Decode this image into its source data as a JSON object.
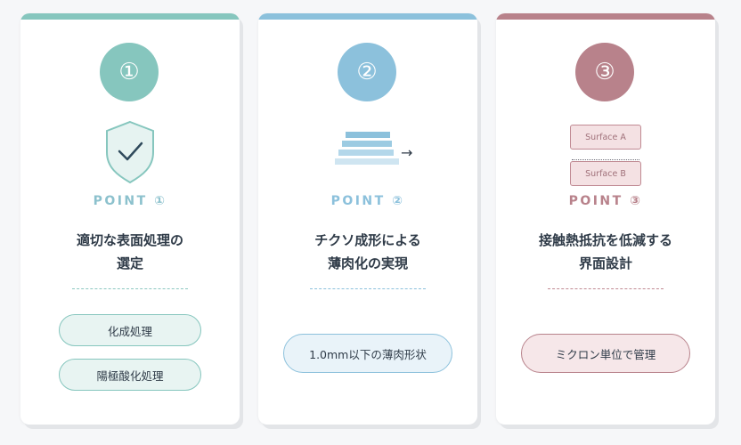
{
  "colors": {
    "teal": "#86c6be",
    "blue": "#8cc1dc",
    "rose": "#b8828b",
    "text": "#2f3b48"
  },
  "cards": [
    {
      "badge": "①",
      "icon": "shield-check-icon",
      "point_label": "POINT ①",
      "heading_lines": [
        "適切な表面処理の",
        "選定"
      ],
      "pills": [
        "化成処理",
        "陽極酸化処理"
      ]
    },
    {
      "badge": "②",
      "icon": "stacked-layers-icon",
      "arrow": "→",
      "point_label": "POINT ②",
      "heading_lines": [
        "チクソ成形による",
        "薄肉化の実現"
      ],
      "pills": [
        "1.0mm以下の薄肉形状"
      ]
    },
    {
      "badge": "③",
      "icon": "contact-surfaces-icon",
      "surface_a": "Surface A",
      "surface_b": "Surface B",
      "point_label": "POINT ③",
      "heading_lines": [
        "接触熱抵抗を低減する",
        "界面設計"
      ],
      "pills": [
        "ミクロン単位で管理"
      ]
    }
  ]
}
